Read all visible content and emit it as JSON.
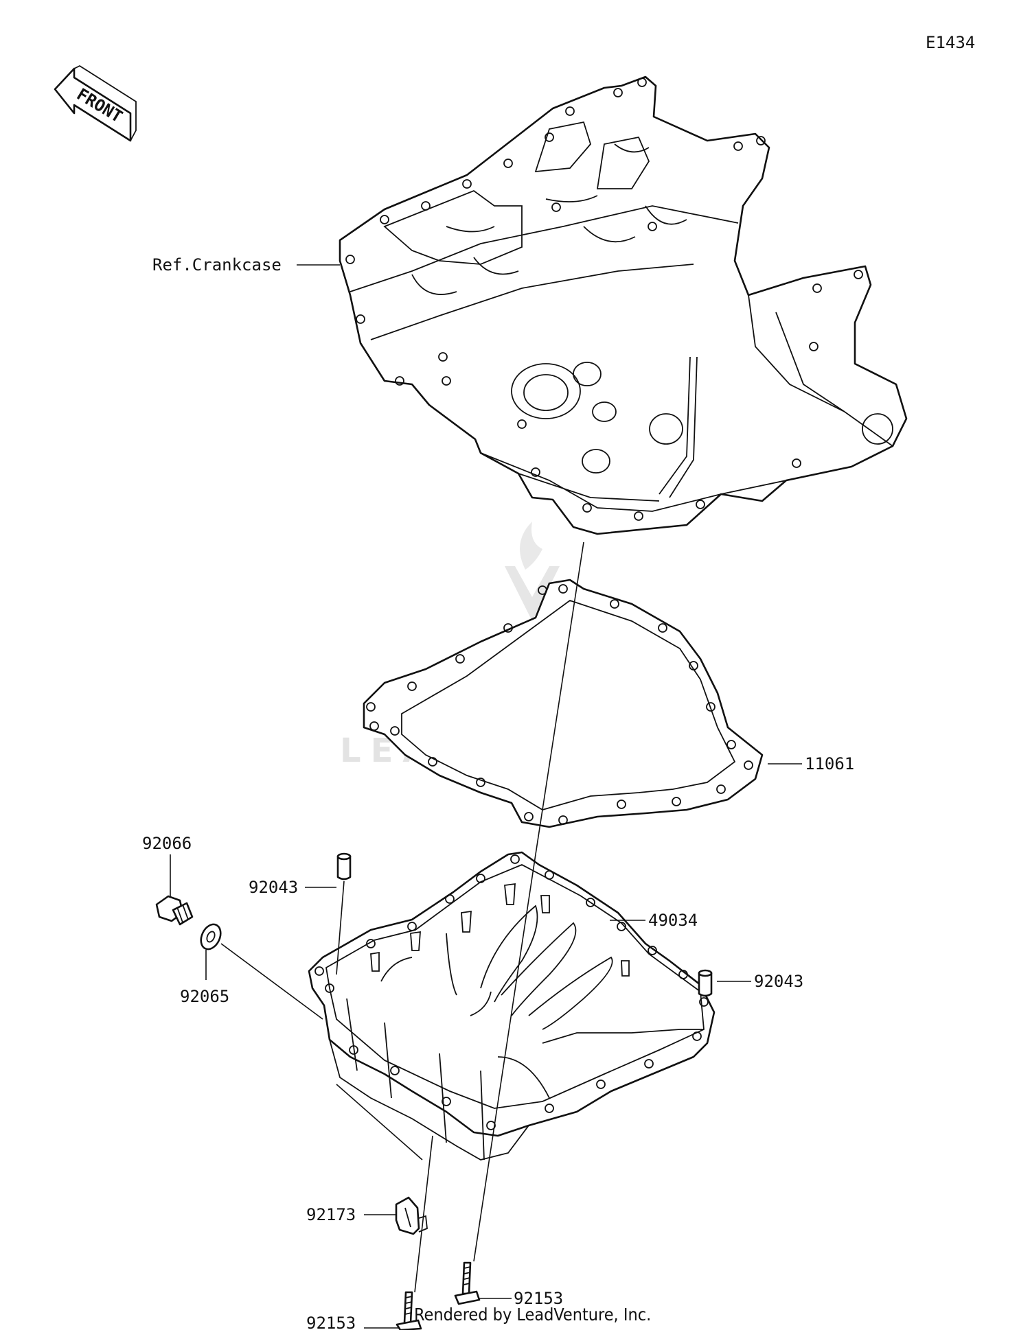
{
  "diagram_code": "E1434",
  "front_label": "FRONT",
  "watermark": "LEADVENTURE",
  "footer": "Rendered by LeadVenture, Inc.",
  "callouts": [
    {
      "id": "ref-crankcase",
      "label": "Ref.Crankcase"
    },
    {
      "id": "gasket",
      "label": "11061"
    },
    {
      "id": "oil-pan",
      "label": "49034"
    },
    {
      "id": "dowel-pin-left",
      "label": "92043"
    },
    {
      "id": "dowel-pin-right",
      "label": "92043"
    },
    {
      "id": "drain-plug",
      "label": "92066"
    },
    {
      "id": "drain-washer",
      "label": "92065"
    },
    {
      "id": "clamp",
      "label": "92173"
    },
    {
      "id": "bolt-left",
      "label": "92153"
    },
    {
      "id": "bolt-right",
      "label": "92153"
    }
  ]
}
